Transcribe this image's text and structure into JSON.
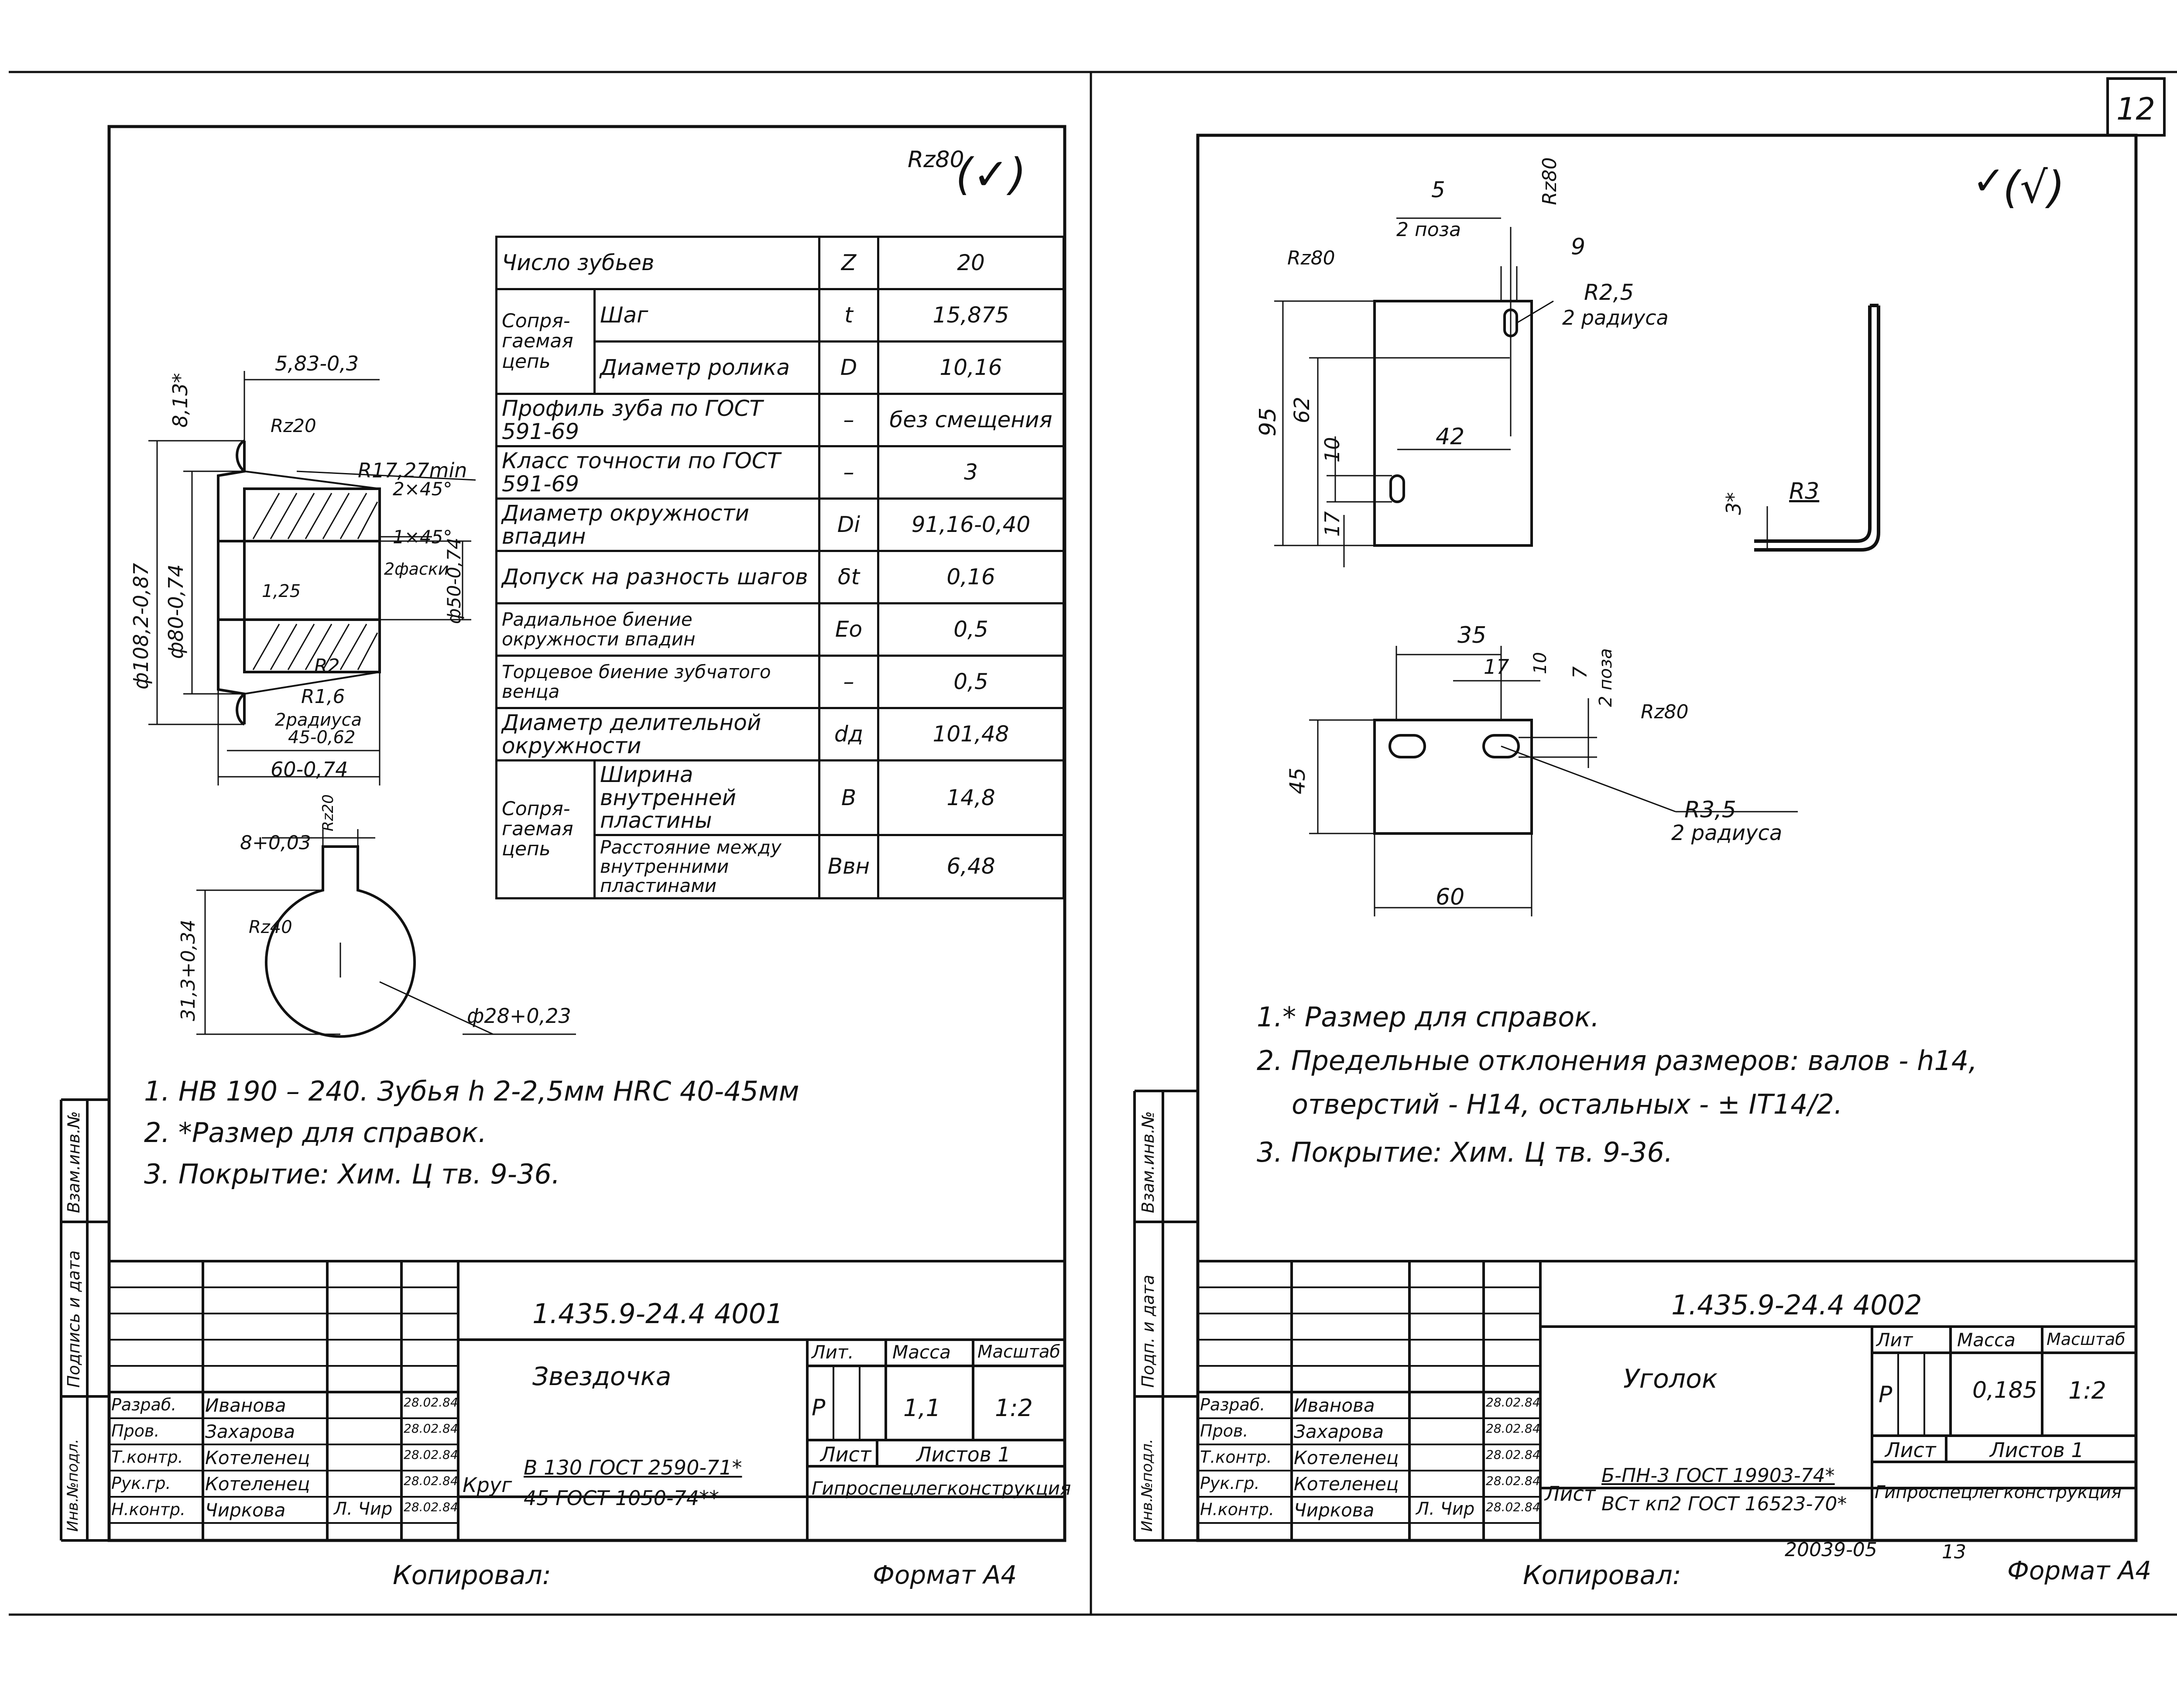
{
  "page_number": "12",
  "left": {
    "roughness_symbol": "Rz80",
    "param_table": [
      {
        "param": "Число зубьев",
        "symbol": "Z",
        "value": "20"
      },
      {
        "group": "Сопря-гаемая цепь",
        "param": "Шаг",
        "symbol": "t",
        "value": "15,875"
      },
      {
        "param": "Диаметр ролика",
        "symbol": "D",
        "value": "10,16"
      },
      {
        "param": "Профиль зуба по ГОСТ 591-69",
        "symbol": "–",
        "value": "без смещения"
      },
      {
        "param": "Класс точности по ГОСТ 591-69",
        "symbol": "–",
        "value": "3"
      },
      {
        "param": "Диаметр окружности впадин",
        "symbol": "Di",
        "value": "91,16-0,40"
      },
      {
        "param": "Допуск на разность шагов",
        "symbol": "δt",
        "value": "0,16"
      },
      {
        "param": "Радиальное биение окружности впадин",
        "symbol": "Eo",
        "value": "0,5"
      },
      {
        "param": "Торцевое биение зубчатого венца",
        "symbol": "–",
        "value": "0,5"
      },
      {
        "param": "Диаметр делительной окружности",
        "symbol": "dд",
        "value": "101,48"
      },
      {
        "group": "Сопря-гаемая цепь",
        "param": "Ширина внутренней пластины",
        "symbol": "B",
        "value": "14,8"
      },
      {
        "param": "Расстояние между внутренними пластинами",
        "symbol": "Bвн",
        "value": "6,48"
      }
    ],
    "dims": {
      "d1": "5,83-0,3",
      "d2": "8,13*",
      "d3": "Rz20",
      "d4": "R17,27min",
      "d5": "2×45°",
      "d6": "1×45°",
      "d7": "2фаски",
      "d8": "ф108,2-0,87",
      "d9": "ф80-0,74",
      "d10": "ф50-0,74",
      "d11": "1,25",
      "d12": "R2",
      "d13": "R1,6",
      "d14": "2радиуса",
      "d15": "45-0,62",
      "d16": "60-0,74",
      "d17": "8+0,03",
      "d18": "Rz20",
      "d19": "Rz40",
      "d20": "31,3+0,34",
      "d21": "ф28+0,23"
    },
    "notes": [
      "1. НВ 190 – 240. Зубья h 2-2,5мм HRC 40-45мм",
      "2. *Размер для справок.",
      "3. Покрытие: Хим. Ц тв. 9-36."
    ],
    "title_block": {
      "designation": "1.435.9-24.4 4001",
      "name": "Звездочка",
      "lit_label": "Лит.",
      "mass_label": "Масса",
      "scale_label": "Масштаб",
      "lit": "Р",
      "mass": "1,1",
      "scale": "1:2",
      "sheet_label": "Лист",
      "sheets_label": "Листов 1",
      "material_prefix": "Круг",
      "material_top": "В 130 ГОСТ 2590-71*",
      "material_bottom": "45 ГОСТ 1050-74**",
      "org": "Гипроспецлегконструкция",
      "staff": [
        {
          "role": "Разраб.",
          "name": "Иванова",
          "date": "28.02.84"
        },
        {
          "role": "Пров.",
          "name": "Захарова",
          "date": "28.02.84"
        },
        {
          "role": "Т.контр.",
          "name": "Котеленец",
          "date": "28.02.84"
        },
        {
          "role": "Рук.гр.",
          "name": "Котеленец",
          "date": "28.02.84"
        },
        {
          "role": "Н.контр.",
          "name": "Чиркова",
          "date": "28.02.84"
        }
      ],
      "sig_initials": "Л. Чир"
    },
    "side_labels": [
      "Инв.№подл.",
      "Подпись и дата",
      "Взам.инв.№"
    ],
    "copied": "Копировал:",
    "format": "Формат А4"
  },
  "right": {
    "roughness_symbol": "(√)",
    "dims": {
      "a1": "5",
      "a2": "2 поза",
      "a3": "Rz80",
      "a4": "Rz80",
      "a5": "9",
      "a6": "R2,5",
      "a7": "2 радиуса",
      "a8": "95",
      "a9": "62",
      "a10": "42",
      "a11": "10",
      "a12": "17",
      "a13": "3*",
      "a14": "R3",
      "a15": "35",
      "a16": "17",
      "a17": "10",
      "a18": "7",
      "a19": "2 поза",
      "a20": "Rz80",
      "a21": "45",
      "a22": "R3,5",
      "a23": "2 радиуса",
      "a24": "60"
    },
    "notes": [
      "1.* Размер для справок.",
      "2. Предельные отклонения размеров: валов - h14,",
      "отверстий - Н14, остальных - ± IT14/2.",
      "3. Покрытие: Хим. Ц тв. 9-36."
    ],
    "title_block": {
      "designation": "1.435.9-24.4 4002",
      "name": "Уголок",
      "lit_label": "Лит",
      "mass_label": "Масса",
      "scale_label": "Масштаб",
      "lit": "Р",
      "mass": "0,185",
      "scale": "1:2",
      "sheet_label": "Лист",
      "sheets_label": "Листов 1",
      "material_prefix": "Лист",
      "material_top": "Б-ПН-3 ГОСТ 19903-74*",
      "material_bottom": "ВСт кп2 ГОСТ 16523-70*",
      "org": "Гипроспецлегконструкция",
      "staff": [
        {
          "role": "Разраб.",
          "name": "Иванова",
          "date": "28.02.84"
        },
        {
          "role": "Пров.",
          "name": "Захарова",
          "date": "28.02.84"
        },
        {
          "role": "Т.контр.",
          "name": "Котеленец",
          "date": "28.02.84"
        },
        {
          "role": "Рук.гр.",
          "name": "Котеленец",
          "date": "28.02.84"
        },
        {
          "role": "Н.контр.",
          "name": "Чиркова",
          "date": "28.02.84"
        }
      ],
      "sig_initials": "Л. Чир"
    },
    "side_labels": [
      "Инв.№подл.",
      "Подп. и дата",
      "Взам.инв.№"
    ],
    "copied": "Копировал:",
    "code": "20039-05",
    "sheet_no": "13",
    "format": "Формат А4"
  }
}
